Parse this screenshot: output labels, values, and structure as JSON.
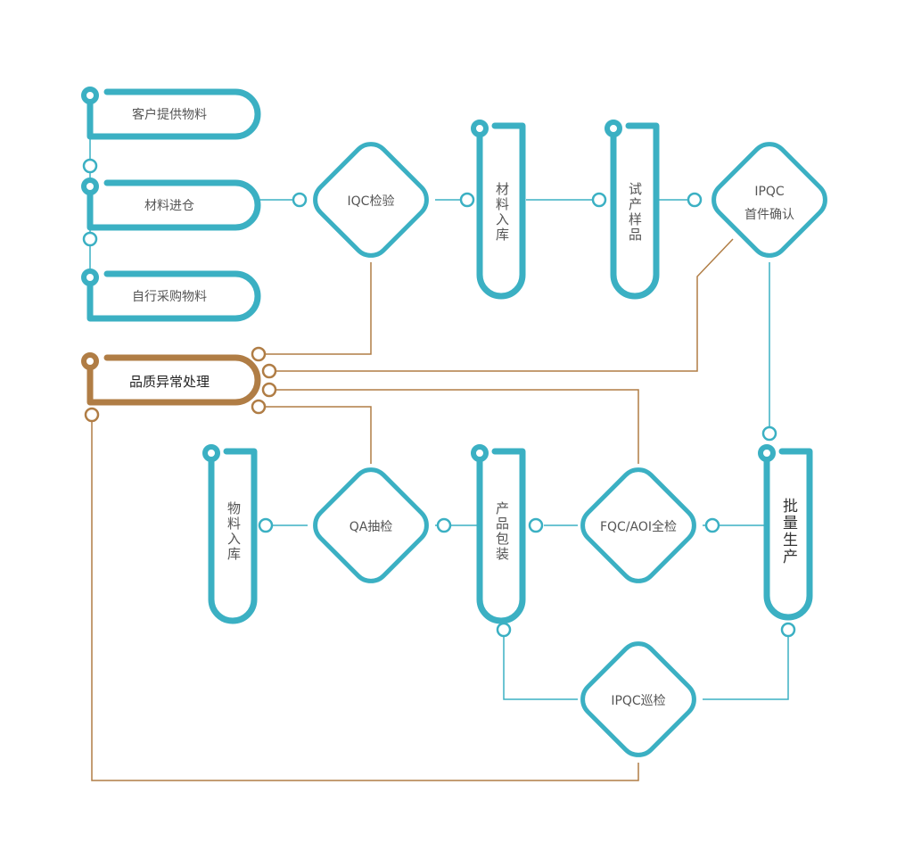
{
  "colors": {
    "teal": "#3bb0c3",
    "brown": "#b07d45",
    "text": "#555555",
    "text_dark": "#222222"
  },
  "nodes": {
    "customer_material": "客户提供物料",
    "material_warehouse_in": "材料进仓",
    "self_purchase": "自行采购物料",
    "quality_exception": "品质异常处理",
    "iqc_inspection": "IQC检验",
    "material_storage": "材料入库",
    "trial_sample": "试产样品",
    "ipqc_first_line1": "IPQC",
    "ipqc_first_line2": "首件确认",
    "goods_storage": "物料入库",
    "qa_sampling": "QA抽检",
    "packaging": "产品包装",
    "fqc_aoi": "FQC/AOI全检",
    "mass_production": "批量生产",
    "ipqc_patrol": "IPQC巡检"
  }
}
